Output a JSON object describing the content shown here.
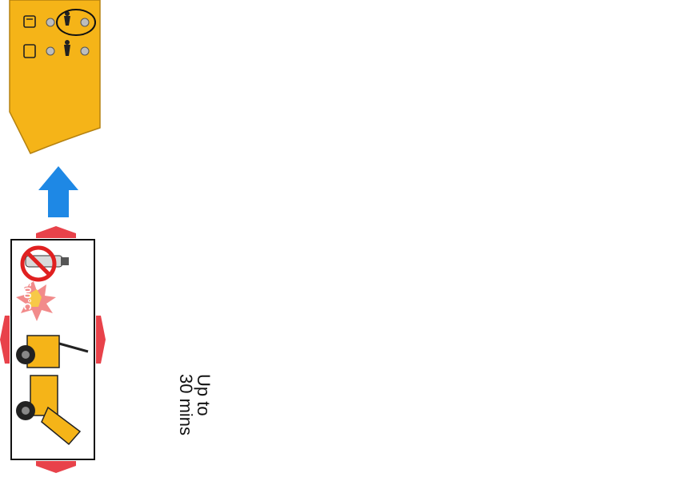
{
  "time_label": {
    "line1": "Up to",
    "line2": "30 mins"
  },
  "temperature_label": "600°C",
  "colors": {
    "panel_yellow": "#f5b418",
    "arrow_blue": "#1e88e5",
    "arrow_green": "#1f8a4c",
    "hazard_red": "#e8424a",
    "indicator_red": "#e02020",
    "dial_red": "#d81b1b"
  }
}
